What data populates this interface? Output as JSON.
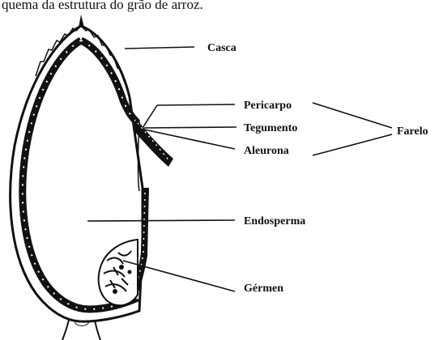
{
  "caption": "quema da estrutura do grão de arroz.",
  "labels": {
    "casca": "Casca",
    "pericarpo": "Pericarpo",
    "tegumento": "Tegumento",
    "aleurona": "Aleurona",
    "farelo": "Farelo",
    "endosperma": "Endosperma",
    "germen": "Gérmen"
  },
  "colors": {
    "ink": "#111111",
    "background": "#ffffff"
  }
}
